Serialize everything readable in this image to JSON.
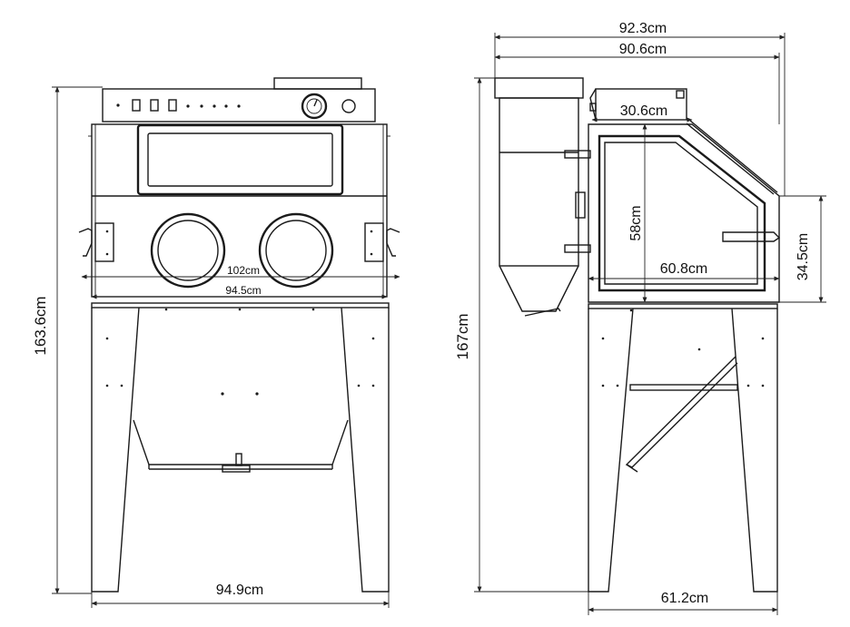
{
  "front_view": {
    "overall_height": "163.6cm",
    "window_span": "102cm",
    "cabinet_width": "94.5cm",
    "stand_width": "94.9cm"
  },
  "side_view": {
    "overall_width": "92.3cm",
    "body_width": "90.6cm",
    "top_depth": "30.6cm",
    "overall_height": "167cm",
    "window_height": "58cm",
    "window_width": "60.8cm",
    "handle_height": "34.5cm",
    "stand_depth": "61.2cm"
  }
}
